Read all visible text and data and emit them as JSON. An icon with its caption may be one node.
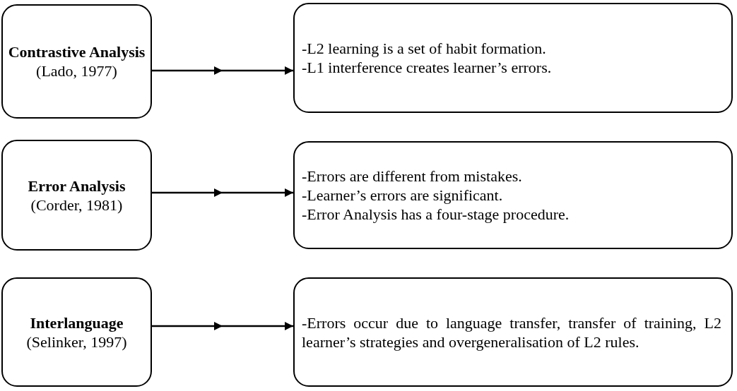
{
  "diagram": {
    "nodes": [
      {
        "text": [
          "Contrastive Analysis",
          "(Lado, 1977)"
        ]
      },
      {
        "text": [
          "-L2 learning is a set of habit formation.",
          "-L1 interference creates learner’s errors."
        ]
      },
      {
        "text": [
          "Error Analysis",
          "(Corder, 1981)"
        ]
      },
      {
        "text": [
          "-Errors are different from mistakes.",
          "-Learner’s errors are significant.",
          "-Error Analysis has a four-stage procedure."
        ]
      },
      {
        "text": [
          "Interlanguage",
          "(Selinker, 1997)"
        ]
      },
      {
        "text": [
          "-Errors occur due to language transfer, transfer of training, L2 learner’s strategies and overgeneralisation of L2 rules."
        ]
      }
    ],
    "edges": [
      {
        "from": 0,
        "to": 1,
        "arrow": "to"
      },
      {
        "from": 2,
        "to": 3,
        "arrow": "to"
      },
      {
        "from": 4,
        "to": 5,
        "arrow": "to"
      }
    ]
  }
}
